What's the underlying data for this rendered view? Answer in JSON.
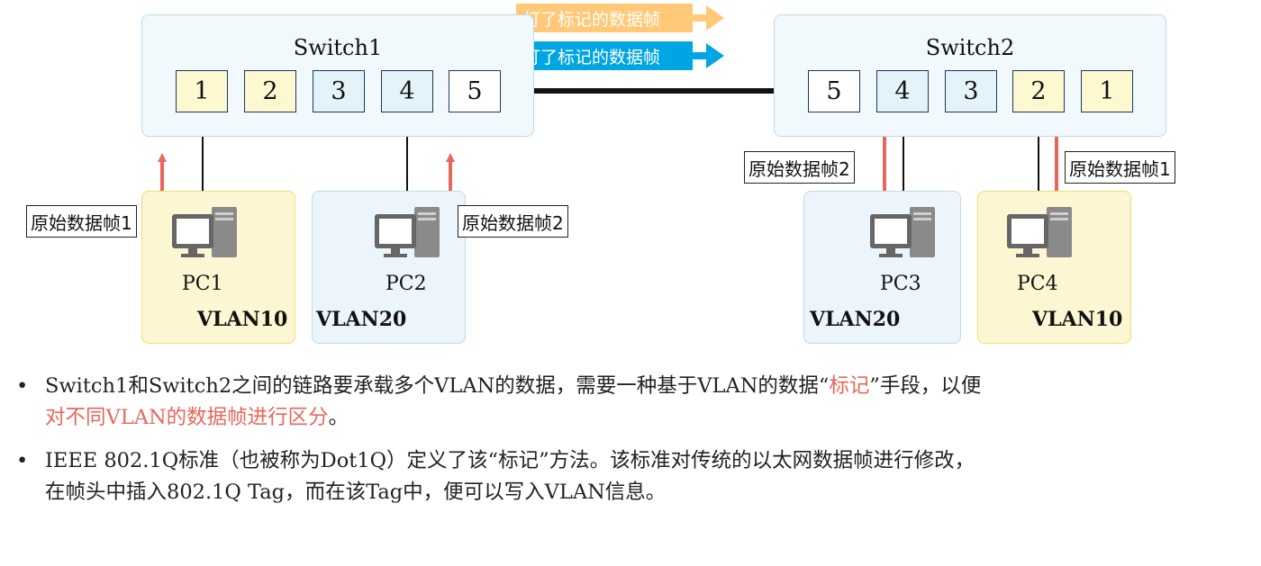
{
  "legend": {
    "tagged_frame_orange": "打了标记的数据帧",
    "tagged_frame_blue": "打了标记的数据帧"
  },
  "switches": [
    {
      "name": "Switch1",
      "ports": [
        "1",
        "2",
        "3",
        "4",
        "5"
      ]
    },
    {
      "name": "Switch2",
      "ports": [
        "5",
        "4",
        "3",
        "2",
        "1"
      ]
    }
  ],
  "pcs": [
    {
      "name": "PC1",
      "vlan": "VLAN10",
      "frame": "原始数据帧1"
    },
    {
      "name": "PC2",
      "vlan": "VLAN20",
      "frame": "原始数据帧2"
    },
    {
      "name": "PC3",
      "vlan": "VLAN20",
      "frame": "原始数据帧2"
    },
    {
      "name": "PC4",
      "vlan": "VLAN10",
      "frame": "原始数据帧1"
    }
  ],
  "colors": {
    "yellow_vlan": "#fcf6d2",
    "blue_vlan": "#ebf5fb",
    "arrow_red": "#e8675a",
    "legend_orange": "#ffc977",
    "legend_blue": "#00a5e3",
    "highlight": "#e8675a"
  },
  "bullets": [
    {
      "part1": "Switch1和Switch2之间的链路要承载多个VLAN的数据，需要一种基于VLAN的数据“",
      "hl1": "标记",
      "part2": "”手段，以便",
      "hl2": "对不同VLAN的数据帧进行区分",
      "part3": "。"
    },
    {
      "line1": "IEEE 802.1Q标准（也被称为Dot1Q）定义了该“标记”方法。该标准对传统的以太网数据帧进行修改，",
      "line2": "在帧头中插入802.1Q Tag，而在该Tag中，便可以写入VLAN信息。"
    }
  ]
}
